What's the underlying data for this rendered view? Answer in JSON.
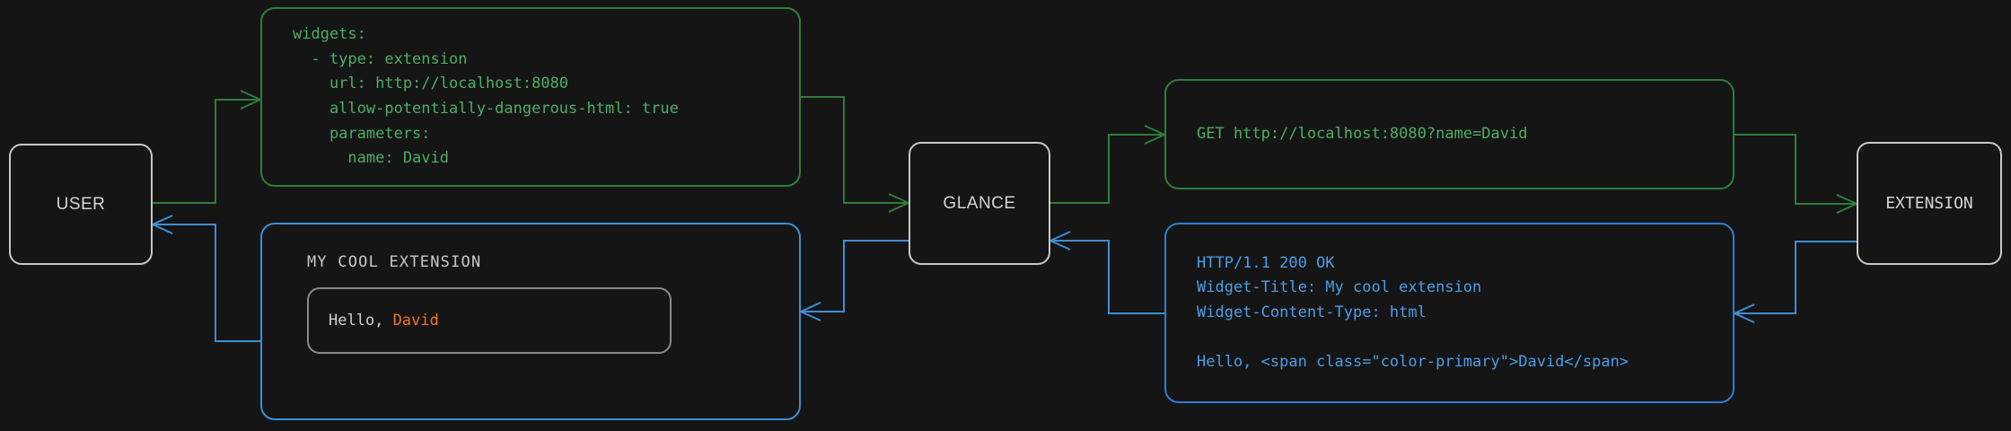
{
  "diagram": {
    "title": "glance extension request flow",
    "background_color": "#151515",
    "colors": {
      "request_green": "#2f7d3c",
      "request_text_green": "#4caf62",
      "response_blue": "#3d8fd6",
      "response_text_blue": "#4a9eea",
      "node_border": "#c8c8c8",
      "node_text": "#d4d4d4",
      "accent_orange": "#ef7420"
    },
    "nodes": {
      "user": {
        "label": "USER"
      },
      "glance": {
        "label": "GLANCE"
      },
      "extension": {
        "label": "EXTENSION"
      }
    },
    "config_box": {
      "code": "widgets:\n  - type: extension\n    url: http://localhost:8080\n    allow-potentially-dangerous-html: true\n    parameters:\n      name: David"
    },
    "request_box": {
      "code": "GET http://localhost:8080?name=David"
    },
    "response_box": {
      "code": "HTTP/1.1 200 OK\nWidget-Title: My cool extension\nWidget-Content-Type: html\n\nHello, <span class=\"color-primary\">David</span>"
    },
    "widget_preview": {
      "title": "MY COOL EXTENSION",
      "greeting_prefix": "Hello, ",
      "greeting_name": "David"
    }
  }
}
